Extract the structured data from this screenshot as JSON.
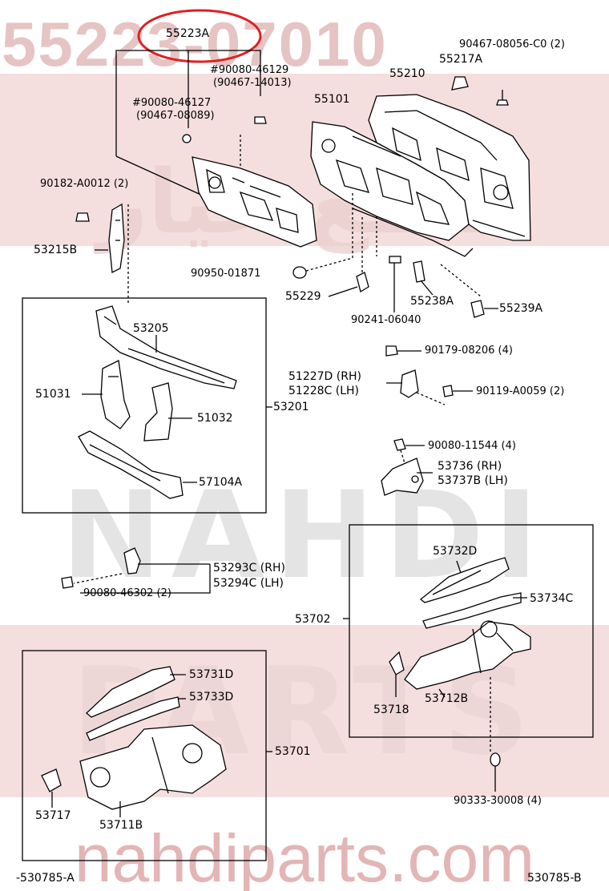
{
  "watermark": {
    "top_number": "55223-07010",
    "brand_logo_text": "NAHDI",
    "brand_parts_text": "PARTS",
    "domain_text": "nahdiparts.com",
    "arabic_text": "قطع غيار"
  },
  "colors": {
    "line": "#000000",
    "highlight": "#e02020",
    "watermark_red": "#d6a0a0",
    "watermark_gray": "#cfcfcf",
    "band": "#f3d8d8"
  },
  "labels": {
    "p55223A": "55223A",
    "p90080_46129": "#90080-46129",
    "p90467_14013": "(90467-14013)",
    "p90080_46127": "#90080-46127",
    "p90467_08089": "(90467-08089)",
    "p90467_08056": "90467-08056-C0 (2)",
    "p55217A": "55217A",
    "p55210": "55210",
    "p55101": "55101",
    "p90182": "90182-A0012 (2)",
    "p53215B": "53215B",
    "p90950": "90950-01871",
    "p55229": "55229",
    "p55238A": "55238A",
    "p55239A": "55239A",
    "p90241": "90241-06040",
    "p53205": "53205",
    "p51031": "51031",
    "p51032": "51032",
    "p53201": "53201",
    "p57104A": "57104A",
    "p90179": "90179-08206 (4)",
    "p51227D": "51227D (RH)",
    "p51228C": "51228C (LH)",
    "p90119": "90119-A0059 (2)",
    "p90080_11544": "90080-11544 (4)",
    "p53736": "53736   (RH)",
    "p53737B": "53737B (LH)",
    "p53293C": "53293C (RH)",
    "p53294C": "53294C (LH)",
    "p90080_46302": "90080-46302 (2)",
    "p53732D": "53732D",
    "p53734C": "53734C",
    "p53702": "53702",
    "p53718": "53718",
    "p53712B": "53712B",
    "p90333": "90333-30008 (4)",
    "p53731D": "53731D",
    "p53733D": "53733D",
    "p53701": "53701",
    "p53717": "53717",
    "p53711B": "53711B",
    "ref_left": "-530785-A",
    "ref_right": "530785-B"
  }
}
